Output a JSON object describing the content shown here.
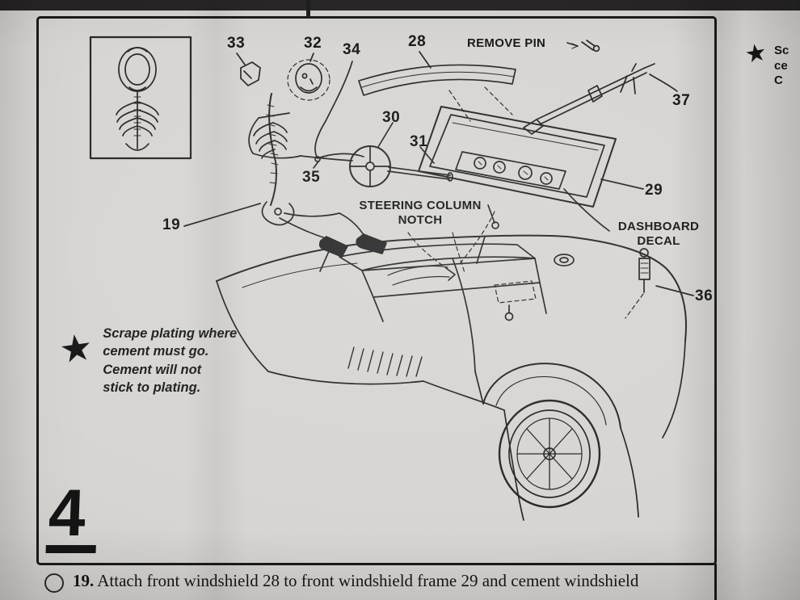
{
  "colors": {
    "paper": "#d7d5d2",
    "ink": "#1c1c1c"
  },
  "callouts": {
    "n33": "33",
    "n32": "32",
    "n34": "34",
    "n28": "28",
    "n30": "30",
    "n31": "31",
    "n35": "35",
    "n19": "19",
    "n29": "29",
    "n36": "36",
    "n37": "37",
    "remove_pin": "REMOVE PIN",
    "steering_notch_line1": "STEERING COLUMN",
    "steering_notch_line2": "NOTCH",
    "dashboard_decal_line1": "DASHBOARD",
    "dashboard_decal_line2": "DECAL"
  },
  "star_note": {
    "star": "★",
    "lines": [
      "Scrape plating where",
      "cement must go.",
      "Cement will not",
      "stick to plating."
    ]
  },
  "step": {
    "number": "4"
  },
  "footer": {
    "step_ref": "19.",
    "text": "Attach front windshield 28 to front windshield frame 29 and cement windshield"
  },
  "side_panel": {
    "star": "★",
    "fragments": [
      "Sc",
      "ce",
      "C"
    ]
  }
}
